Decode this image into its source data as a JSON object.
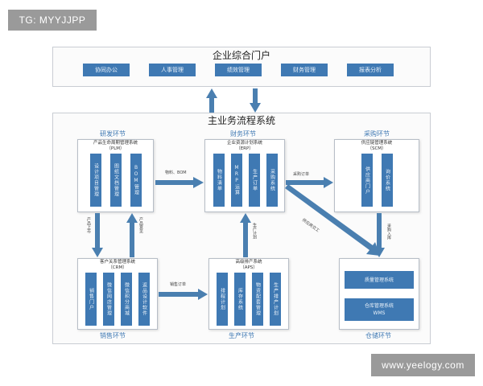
{
  "watermark_top": "TG: MYYJJPP",
  "watermark_bottom": "www.yeelogy.com",
  "portal": {
    "title": "企业综合门户",
    "items": [
      "协同办公",
      "人事管理",
      "绩效管理",
      "财务管理",
      "报表分析"
    ]
  },
  "main_title": "主业务流程系统",
  "sections": {
    "rd": "研发环节",
    "finance": "财务环节",
    "purchase": "采购环节",
    "sales": "销售环节",
    "production": "生产环节",
    "warehouse": "仓储环节"
  },
  "systems": {
    "plm": {
      "title": "产品生命周期管理系统",
      "code": "（PLM）",
      "modules": [
        "设计项目管理",
        "图纸文档管理",
        "BOM管理"
      ]
    },
    "erp": {
      "title": "企业资源计划系统",
      "code": "（ERP）",
      "modules": [
        "物料清单",
        "MRP运算",
        "生产订单",
        "采购系统"
      ]
    },
    "scm": {
      "title": "供应链管理系统",
      "code": "（SCM）",
      "modules": [
        "供应商门户",
        "询价系统"
      ]
    },
    "crm": {
      "title": "客户关系管理系统",
      "code": "（CRM）",
      "modules": [
        "销售门户",
        "微信网店管理",
        "微信积分商城",
        "返品设计软件"
      ]
    },
    "aps": {
      "title": "高级排产系统",
      "code": "（APS）",
      "modules": [
        "排程计划",
        "库存系统",
        "物资配套管理",
        "生产排产计划"
      ]
    },
    "wms": {
      "quality": "质量管理系统",
      "warehouse_line1": "仓库管理系统",
      "warehouse_line2": "WMS"
    }
  },
  "arrows": {
    "material_bom": "物料、BOM",
    "purchase_order": "采购订单",
    "product_launch": "产品上市",
    "product_feedback": "产品意见",
    "production_plan": "生产计划",
    "sales_order": "销售订单",
    "purchase_receipt": "采购入库",
    "supplier_delivery": "供应商交工"
  },
  "colors": {
    "accent": "#3f79b3",
    "arrow": "#4a7fb0"
  }
}
